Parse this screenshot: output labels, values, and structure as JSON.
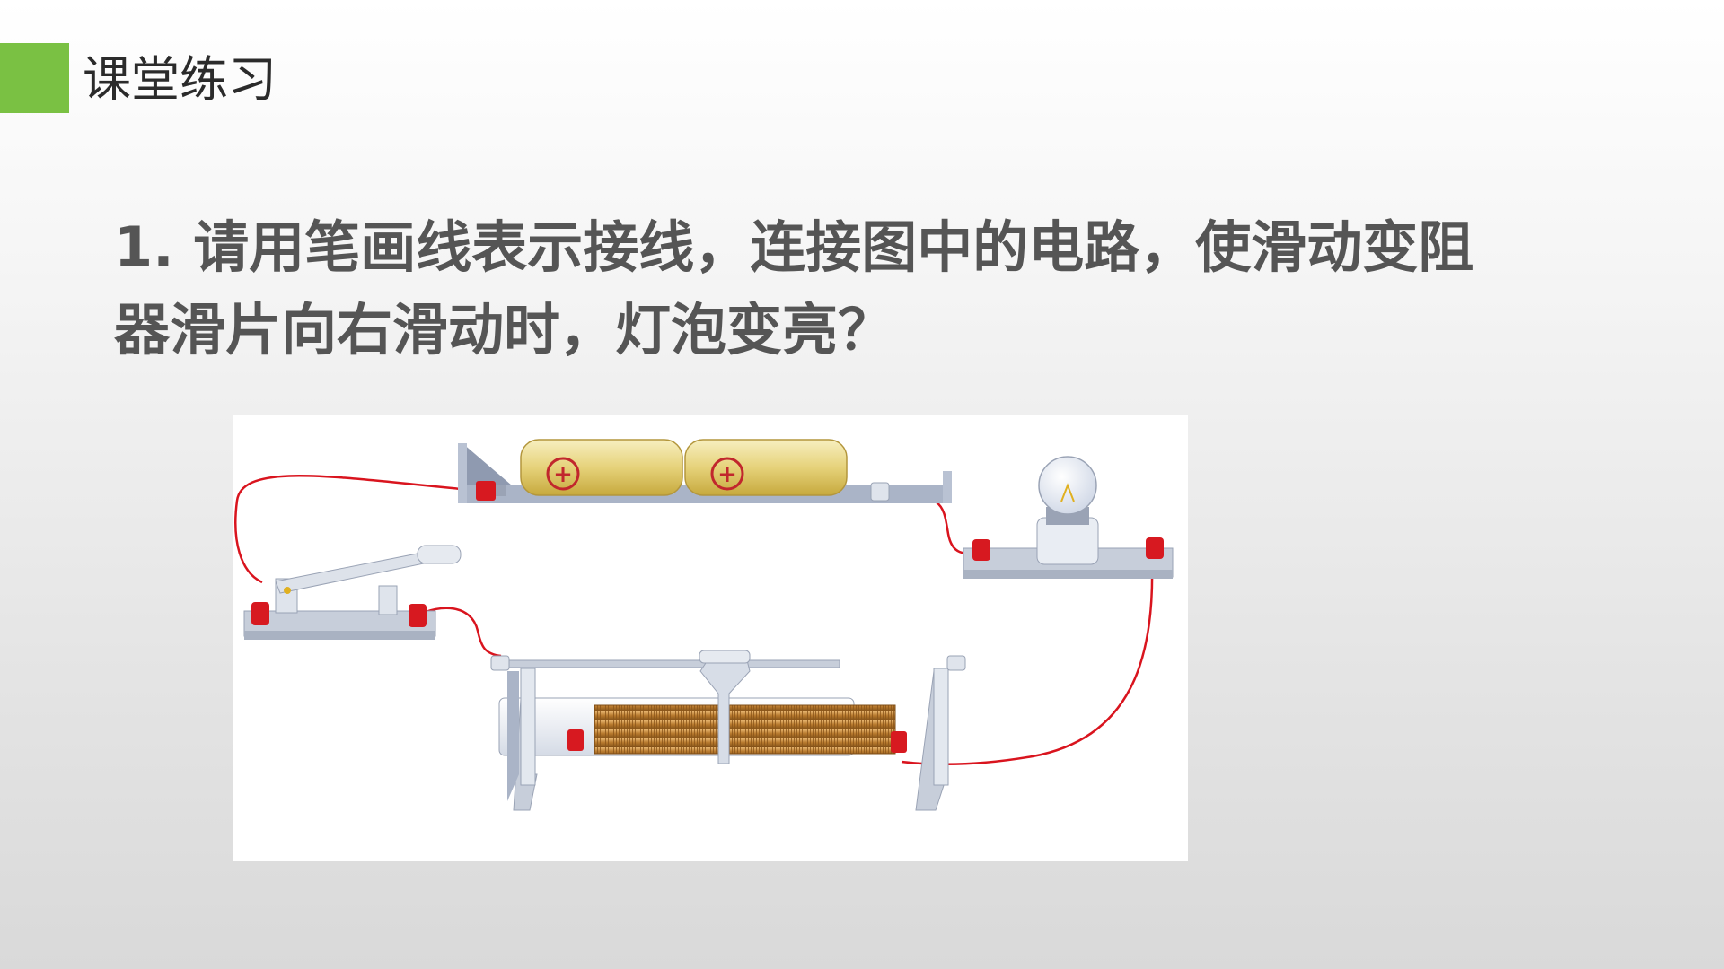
{
  "header": {
    "section_title": "课堂练习",
    "accent_color": "#7ac143"
  },
  "question": {
    "line1": "1. 请用笔画线表示接线，连接图中的电路，使滑动变阻",
    "line2": "器滑片向右滑动时，灯泡变亮？"
  },
  "figure": {
    "components": [
      "battery-pack",
      "light-bulb",
      "knife-switch",
      "sliding-rheostat"
    ],
    "wire_color": "#d9141e",
    "terminal_color": "#d71920",
    "battery_symbols": [
      "+",
      "+"
    ]
  }
}
